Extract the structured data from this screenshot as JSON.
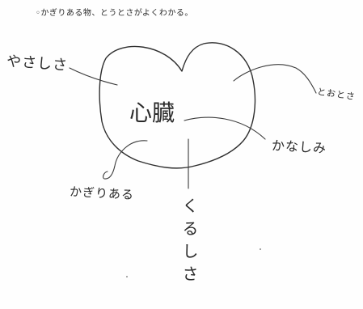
{
  "sketch": {
    "title": "◦かぎりある物、とうとさがよくわかる。",
    "center_word": "心臓",
    "labels": {
      "yasashisa": "やさしさ",
      "totosa": "とおとさ",
      "kanashimi": "かなしみ",
      "kagiriaru": "かぎりある",
      "kurushisa": "くるしさ"
    }
  },
  "colors": {
    "paper": "#fefefe",
    "ink": "#2f2f2f"
  }
}
